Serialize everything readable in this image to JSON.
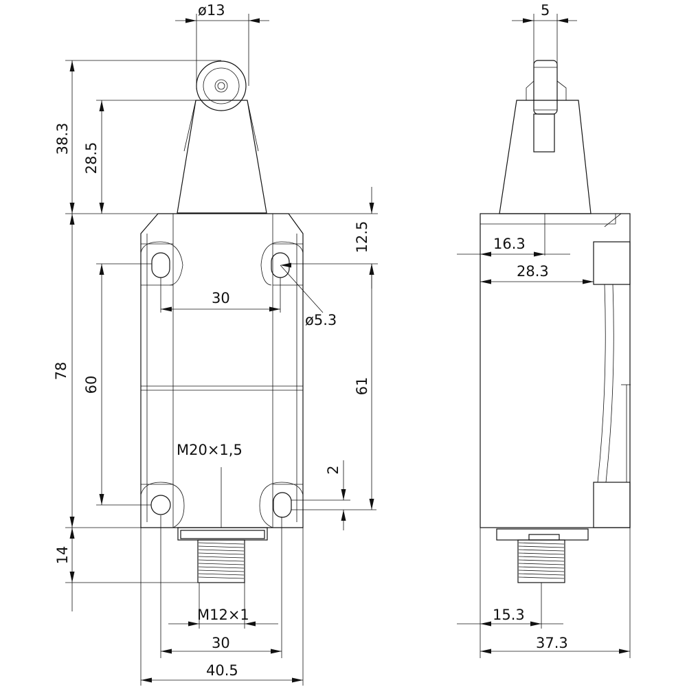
{
  "labels": {
    "roller_dia": "ø13",
    "arm_width": "5",
    "overall_height": "38.3",
    "lever_height": "28.5",
    "top_to_hole": "12.5",
    "side_offset_a": "16.3",
    "side_offset_b": "28.3",
    "hole_spacing_top": "30",
    "hole_dia": "ø5.3",
    "body_height": "78",
    "hole_vspacing_left": "60",
    "hole_vspacing_right": "61",
    "conduit_thread": "M20×1,5",
    "hole_offset": "2",
    "thread_length": "14",
    "connector_thread": "M12×1",
    "hole_spacing_bottom": "30",
    "body_width": "40.5",
    "connector_offset": "15.3",
    "body_depth": "37.3"
  }
}
